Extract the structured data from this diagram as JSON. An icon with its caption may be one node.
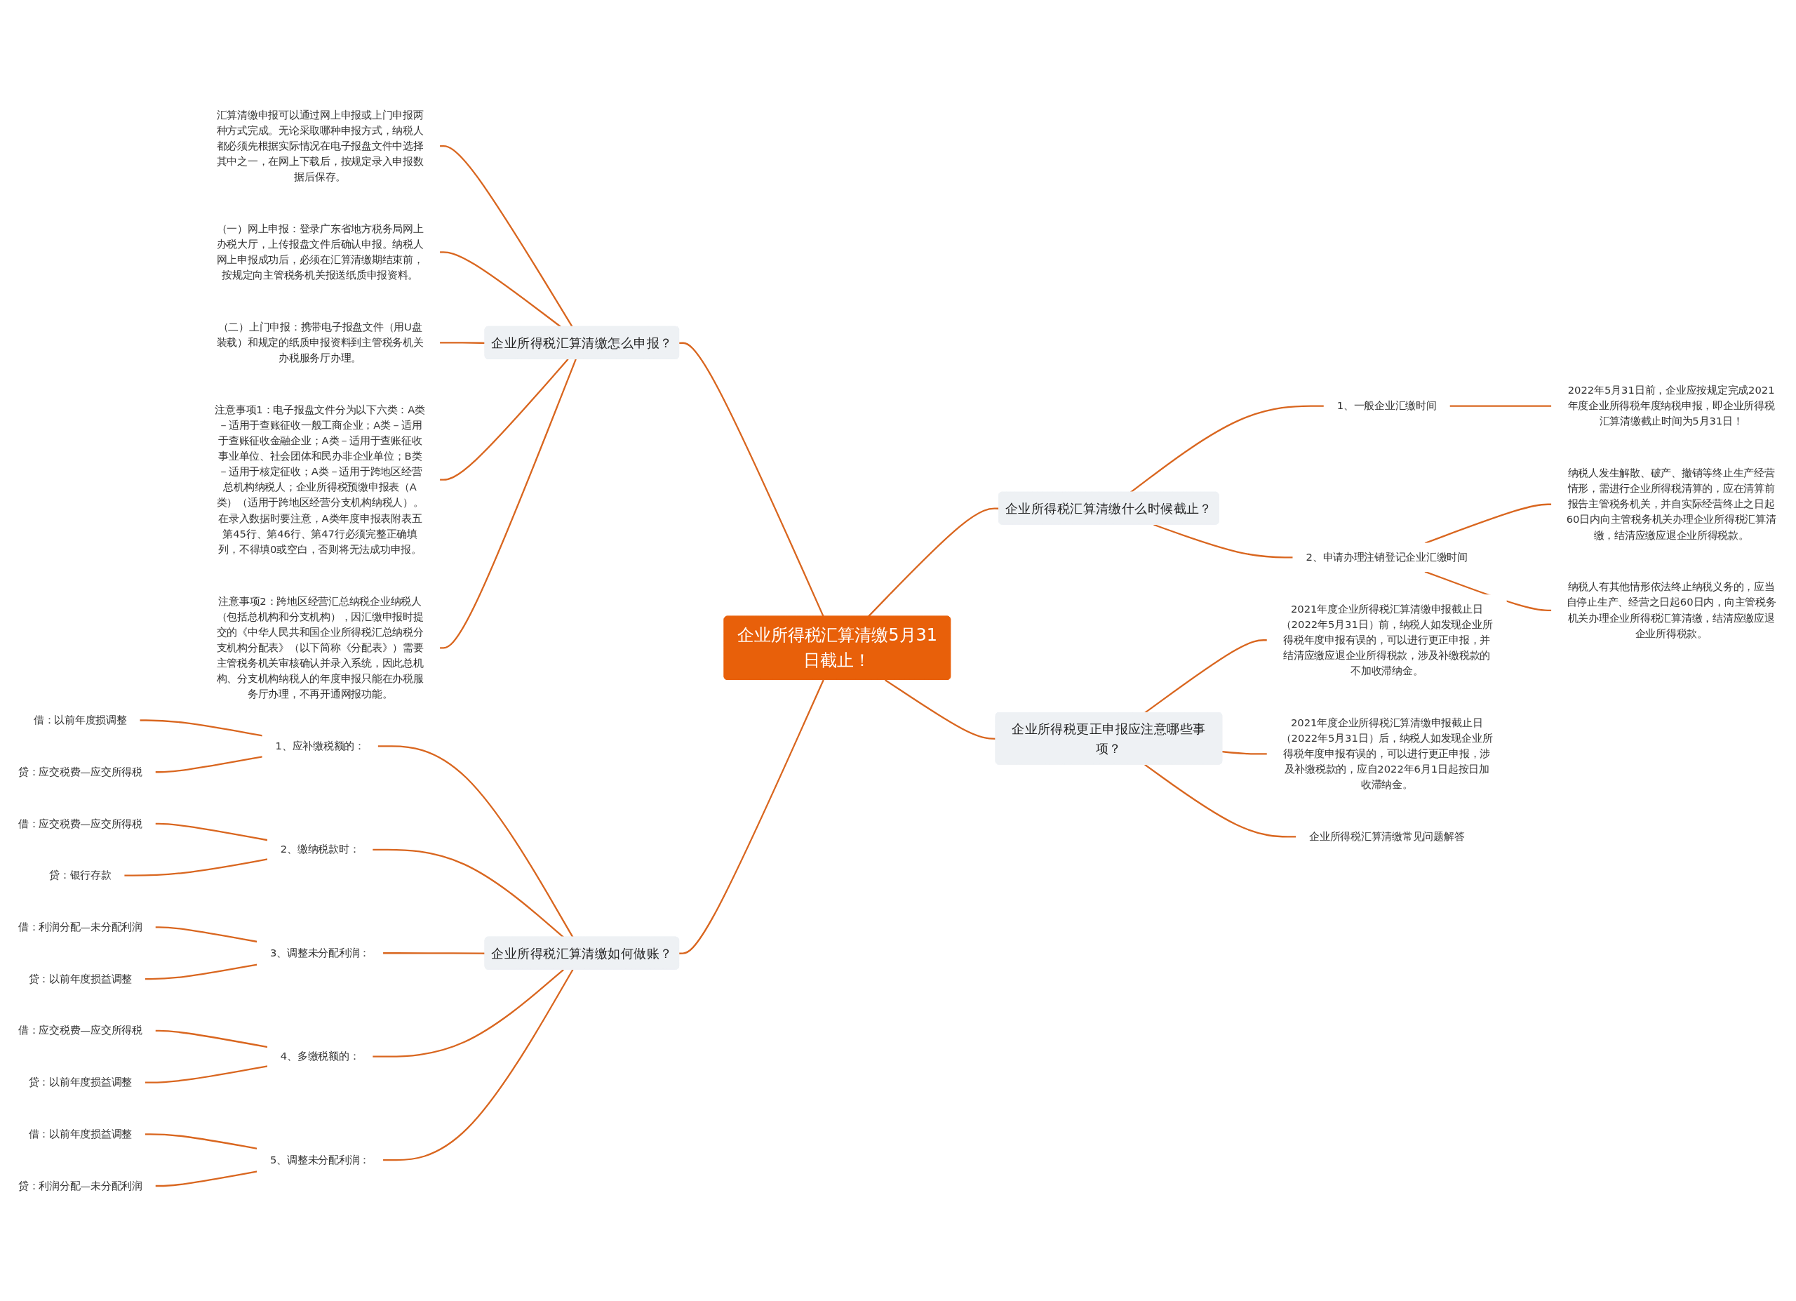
{
  "diagram": {
    "nodes": [
      {
        "text": [
          "企业所得税汇算清缴5月31日截止！"
        ]
      },
      {
        "text": [
          "企业所得税汇算清缴什么时候截止？"
        ]
      },
      {
        "text": [
          "1、一般企业汇缴时间"
        ]
      },
      {
        "text": [
          "2022年5月31日前，企业应按规定完成2021年度企业所得税年度纳税申报，即企业所得税汇算清缴截止时间为5月31日！"
        ]
      },
      {
        "text": [
          "2、申请办理注销登记企业汇缴时间"
        ]
      },
      {
        "text": [
          "纳税人发生解散、破产、撤销等终止生产经营情形，需进行企业所得税清算的，应在清算前报告主管税务机关，并自实际经营终止之日起60日内向主管税务机关办理企业所得税汇算清缴，结清应缴应退企业所得税款。"
        ]
      },
      {
        "text": [
          "纳税人有其他情形依法终止纳税义务的，应当自停止生产、经营之日起60日内，向主管税务机关办理企业所得税汇算清缴，结清应缴应退企业所得税款。"
        ]
      },
      {
        "text": [
          "企业所得税更正申报应注意哪些事项？"
        ]
      },
      {
        "text": [
          "2021年度企业所得税汇算清缴申报截止日（2022年5月31日）前，纳税人如发现企业所得税年度申报有误的，可以进行更正申报，并结清应缴应退企业所得税款，涉及补缴税款的不加收滞纳金。"
        ]
      },
      {
        "text": [
          "2021年度企业所得税汇算清缴申报截止日（2022年5月31日）后，纳税人如发现企业所得税年度申报有误的，可以进行更正申报，涉及补缴税款的，应自2022年6月1日起按日加收滞纳金。"
        ]
      },
      {
        "text": [
          "企业所得税汇算清缴常见问题解答"
        ]
      },
      {
        "text": [
          "企业所得税汇算清缴怎么申报？"
        ]
      },
      {
        "text": [
          "汇算清缴申报可以通过网上申报或上门申报两种方式完成。无论采取哪种申报方式，纳税人都必须先根据实际情况在电子报盘文件中选择其中之一，在网上下载后，按规定录入申报数据后保存。"
        ]
      },
      {
        "text": [
          "（一）网上申报：登录广东省地方税务局网上办税大厅，上传报盘文件后确认申报。纳税人网上申报成功后，必须在汇算清缴期结束前，按规定向主管税务机关报送纸质申报资料。"
        ]
      },
      {
        "text": [
          "（二）上门申报：携带电子报盘文件（用U盘装载）和规定的纸质申报资料到主管税务机关办税服务厅办理。"
        ]
      },
      {
        "text": [
          "注意事项1：电子报盘文件分为以下六类：A类－适用于查账征收一般工商企业；A类－适用于查账征收金融企业；A类－适用于查账征收事业单位、社会团体和民办非企业单位；B类－适用于核定征收；A类－适用于跨地区经营总机构纳税人；企业所得税预缴申报表（A类）（适用于跨地区经营分支机构纳税人）。在录入数据时要注意，A类年度申报表附表五第45行、第46行、第47行必须完整正确填列，不得填0或空白，否则将无法成功申报。"
        ]
      },
      {
        "text": [
          "注意事项2：跨地区经营汇总纳税企业纳税人（包括总机构和分支机构），因汇缴申报时提交的《中华人民共和国企业所得税汇总纳税分支机构分配表》（以下简称《分配表》）需要主管税务机关审核确认并录入系统，因此总机构、分支机构纳税人的年度申报只能在办税服务厅办理，不再开通网报功能。"
        ]
      },
      {
        "text": [
          "企业所得税汇算清缴如何做账？"
        ]
      },
      {
        "text": [
          "1、应补缴税额的："
        ]
      },
      {
        "text": [
          "借：以前年度损调整"
        ]
      },
      {
        "text": [
          "贷：应交税费—应交所得税"
        ]
      },
      {
        "text": [
          "2、缴纳税款时："
        ]
      },
      {
        "text": [
          "借：应交税费—应交所得税"
        ]
      },
      {
        "text": [
          "贷：银行存款"
        ]
      },
      {
        "text": [
          "3、调整未分配利润："
        ]
      },
      {
        "text": [
          "借：利润分配—未分配利润"
        ]
      },
      {
        "text": [
          "贷：以前年度损益调整"
        ]
      },
      {
        "text": [
          "4、多缴税额的："
        ]
      },
      {
        "text": [
          "借：应交税费—应交所得税"
        ]
      },
      {
        "text": [
          "贷：以前年度损益调整"
        ]
      },
      {
        "text": [
          "5、调整未分配利润："
        ]
      },
      {
        "text": [
          "借：以前年度损益调整"
        ]
      },
      {
        "text": [
          "贷：利润分配—未分配利润"
        ]
      }
    ],
    "edges": [
      {
        "from": 0,
        "to": 1,
        "arrow": "none"
      },
      {
        "from": 1,
        "to": 2,
        "arrow": "none"
      },
      {
        "from": 2,
        "to": 3,
        "arrow": "none"
      },
      {
        "from": 1,
        "to": 4,
        "arrow": "none"
      },
      {
        "from": 4,
        "to": 5,
        "arrow": "none"
      },
      {
        "from": 4,
        "to": 6,
        "arrow": "none"
      },
      {
        "from": 0,
        "to": 7,
        "arrow": "none"
      },
      {
        "from": 7,
        "to": 8,
        "arrow": "none"
      },
      {
        "from": 7,
        "to": 9,
        "arrow": "none"
      },
      {
        "from": 7,
        "to": 10,
        "arrow": "none"
      },
      {
        "from": 0,
        "to": 11,
        "arrow": "none"
      },
      {
        "from": 11,
        "to": 12,
        "arrow": "none"
      },
      {
        "from": 11,
        "to": 13,
        "arrow": "none"
      },
      {
        "from": 11,
        "to": 14,
        "arrow": "none"
      },
      {
        "from": 11,
        "to": 15,
        "arrow": "none"
      },
      {
        "from": 11,
        "to": 16,
        "arrow": "none"
      },
      {
        "from": 0,
        "to": 17,
        "arrow": "none"
      },
      {
        "from": 17,
        "to": 18,
        "arrow": "none"
      },
      {
        "from": 18,
        "to": 19,
        "arrow": "none"
      },
      {
        "from": 18,
        "to": 20,
        "arrow": "none"
      },
      {
        "from": 17,
        "to": 21,
        "arrow": "none"
      },
      {
        "from": 21,
        "to": 22,
        "arrow": "none"
      },
      {
        "from": 21,
        "to": 23,
        "arrow": "none"
      },
      {
        "from": 17,
        "to": 24,
        "arrow": "none"
      },
      {
        "from": 24,
        "to": 25,
        "arrow": "none"
      },
      {
        "from": 24,
        "to": 26,
        "arrow": "none"
      },
      {
        "from": 17,
        "to": 27,
        "arrow": "none"
      },
      {
        "from": 27,
        "to": 28,
        "arrow": "none"
      },
      {
        "from": 27,
        "to": 29,
        "arrow": "none"
      },
      {
        "from": 17,
        "to": 30,
        "arrow": "none"
      },
      {
        "from": 30,
        "to": 31,
        "arrow": "none"
      },
      {
        "from": 30,
        "to": 32,
        "arrow": "none"
      }
    ]
  }
}
